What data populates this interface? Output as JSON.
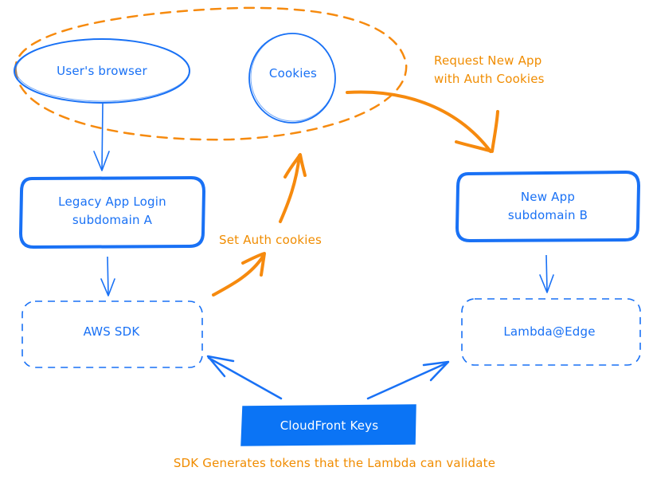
{
  "colors": {
    "blue": "#1971f5",
    "orange": "#f68a0e",
    "keys_fill": "#0b74f5",
    "background": "#ffffff"
  },
  "nodes": {
    "users_browser": {
      "label": "User's browser",
      "shape": "ellipse",
      "style": "solid"
    },
    "cookies": {
      "label": "Cookies",
      "shape": "circle",
      "style": "solid"
    },
    "legacy_app": {
      "line1": "Legacy App Login",
      "line2": "subdomain A",
      "shape": "rounded-rect",
      "style": "bold"
    },
    "aws_sdk": {
      "label": "AWS SDK",
      "shape": "rounded-rect",
      "style": "dashed"
    },
    "new_app": {
      "line1": "New App",
      "line2": "subdomain B",
      "shape": "rounded-rect",
      "style": "bold"
    },
    "lambda_edge": {
      "label": "Lambda@Edge",
      "shape": "rounded-rect",
      "style": "dashed"
    },
    "cloudfront_keys": {
      "label": "CloudFront Keys",
      "shape": "rect",
      "style": "filled"
    },
    "client_group": {
      "shape": "ellipse",
      "style": "dashed"
    }
  },
  "annotations": {
    "request_new_app": {
      "line1": "Request New App",
      "line2": "with Auth Cookies"
    },
    "set_auth_cookies": "Set Auth cookies",
    "footer_note": "SDK Generates tokens that the Lambda can validate"
  },
  "edges": [
    {
      "from": "users_browser",
      "to": "legacy_app",
      "color": "blue"
    },
    {
      "from": "legacy_app",
      "to": "aws_sdk",
      "color": "blue"
    },
    {
      "from": "aws_sdk",
      "to": "cookies",
      "color": "orange",
      "label": "Set Auth cookies"
    },
    {
      "from": "cookies",
      "to": "new_app",
      "color": "orange",
      "label": "Request New App with Auth Cookies"
    },
    {
      "from": "new_app",
      "to": "lambda_edge",
      "color": "blue"
    },
    {
      "from": "cloudfront_keys",
      "to": "aws_sdk",
      "color": "blue"
    },
    {
      "from": "cloudfront_keys",
      "to": "lambda_edge",
      "color": "blue"
    }
  ]
}
